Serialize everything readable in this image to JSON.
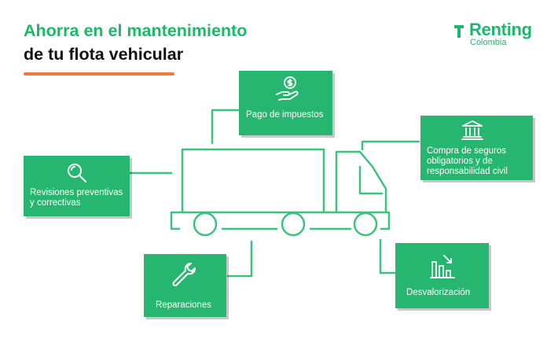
{
  "header": {
    "title_line1": "Ahorra en el mantenimiento",
    "title_line2": "de tu flota vehicular",
    "accent_color": "#1db86a",
    "rule_color": "#f07a3a"
  },
  "logo": {
    "brand": "Renting",
    "sub": "Colombia"
  },
  "cards": {
    "impuestos": {
      "label": "Pago de impuestos",
      "icon": "hand-coin-icon"
    },
    "seguros": {
      "label": "Compra de seguros obligatorios y de responsabilidad civil",
      "icon": "building-icon"
    },
    "revisiones": {
      "label": "Revisiones preventivas y correctivas",
      "icon": "magnifier-icon"
    },
    "reparaciones": {
      "label": "Reparaciones",
      "icon": "wrench-icon"
    },
    "desvalorizacion": {
      "label": "Desvalorización",
      "icon": "declining-chart-icon"
    }
  },
  "colors": {
    "card_green": "#27b66f",
    "truck_stroke": "#3cc27d"
  }
}
